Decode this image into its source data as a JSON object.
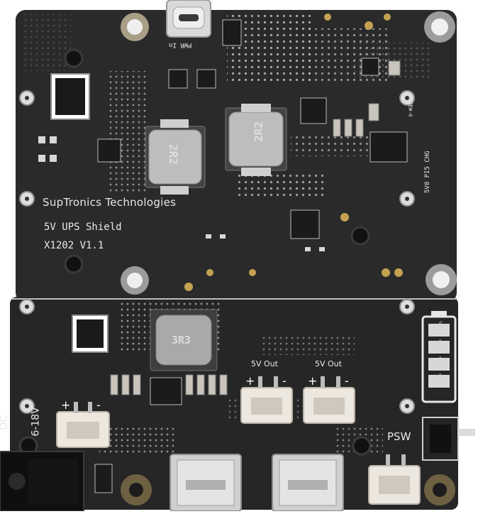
{
  "board": {
    "brand": "SupTronics Technologies",
    "model": "5V UPS Shield",
    "version": "X1202 V1.1",
    "power_input_label": "PWR In",
    "output1_label": "5V Out",
    "output2_label": "5V Out",
    "switch_label": "PSW",
    "dc_label": "DC",
    "dc_range": "6-18V",
    "led_labels": "5V0 PI5 CHG",
    "inductor1": "2R2",
    "inductor2": "2R2",
    "inductor3": "3R3",
    "battery_levels": [
      "25%",
      "50%",
      "75%",
      "100%"
    ],
    "small_mark": "ZEW-G"
  },
  "colors": {
    "pcb": "#2a2a2b",
    "pcb_dark": "#1f1f20",
    "silkscreen": "#e8e8e8",
    "pad": "#bfbfbf",
    "copper": "#8a7a52",
    "connector": "#e9e4dc",
    "inductor": "#bcbcbc"
  }
}
